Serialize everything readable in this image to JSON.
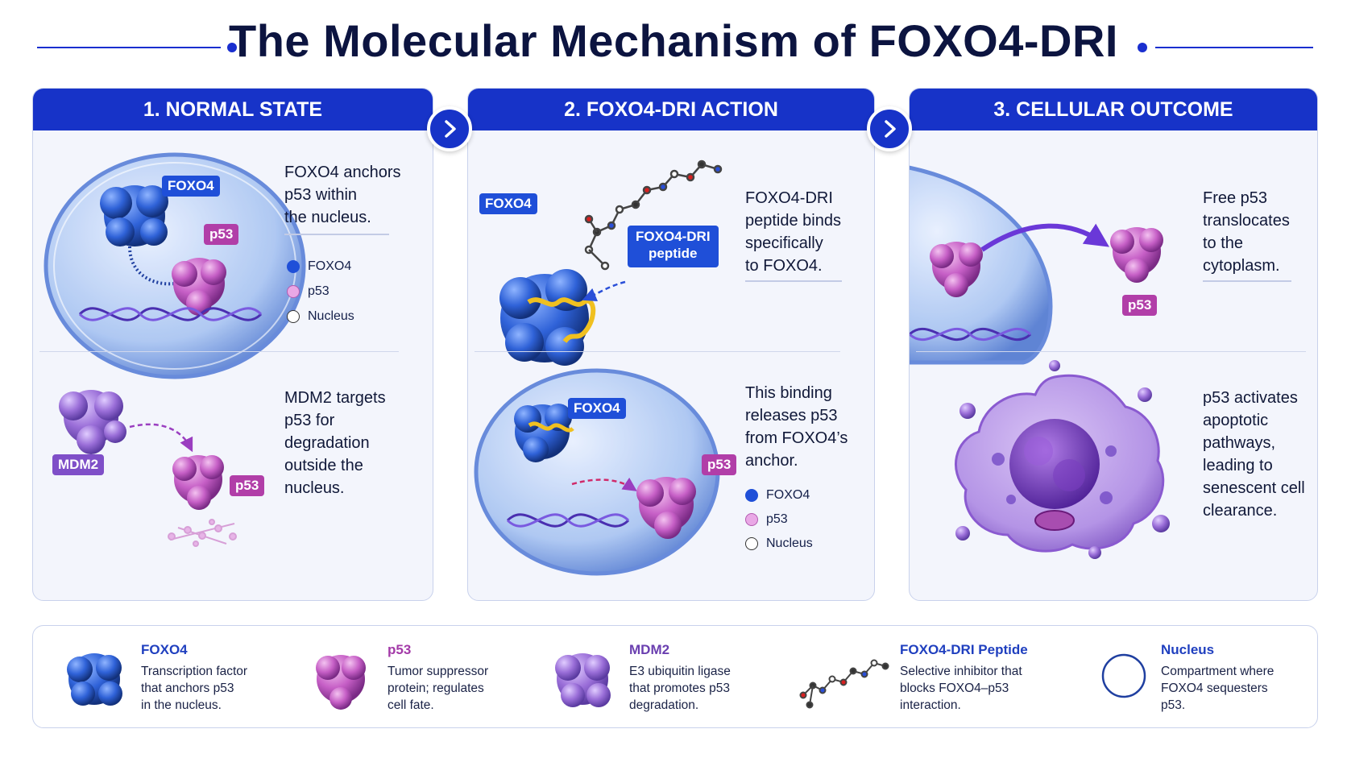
{
  "title": "The Molecular Mechanism of FOXO4-DRI",
  "colors": {
    "primary": "#1733c8",
    "foxo4": "#2f62d8",
    "p53": "#c65fc6",
    "mdm2": "#9a6ed8",
    "peptide": "#f0c020",
    "text": "#101838"
  },
  "panels": [
    {
      "heading": "1. NORMAL STATE",
      "top_text": "FOXO4 anchors p53 within the nucleus.",
      "top_lines": [
        "FOXO4 anchors",
        "p53 within",
        "the nucleus."
      ],
      "tags": {
        "foxo4": "FOXO4",
        "p53": "p53"
      },
      "legend": [
        {
          "icon": "filled-blue-dot",
          "label": "FOXO4"
        },
        {
          "icon": "filled-pink-dot",
          "label": "p53"
        },
        {
          "icon": "open-circle",
          "label": "Nucleus"
        }
      ],
      "bottom_lines": [
        "MDM2 targets",
        "p53 for",
        "degradation",
        "outside the",
        "nucleus."
      ],
      "bottom_tags": {
        "mdm2": "MDM2",
        "p53": "p53"
      }
    },
    {
      "heading": "2. FOXO4-DRI ACTION",
      "top_lines": [
        "FOXO4-DRI",
        "peptide binds",
        "specifically",
        "to FOXO4."
      ],
      "tags": {
        "foxo4": "FOXO4",
        "peptide_line1": "FOXO4-DRI",
        "peptide_line2": "peptide"
      },
      "bottom_lines": [
        "This binding",
        "releases p53",
        "from FOXO4’s",
        "anchor."
      ],
      "bottom_tags": {
        "foxo4": "FOXO4",
        "p53": "p53"
      },
      "legend": [
        {
          "icon": "filled-blue-dot",
          "label": "FOXO4"
        },
        {
          "icon": "filled-pink-dot",
          "label": "p53"
        },
        {
          "icon": "open-circle",
          "label": "Nucleus"
        }
      ]
    },
    {
      "heading": "3. CELLULAR OUTCOME",
      "top_lines": [
        "Free p53",
        "translocates",
        "to the",
        "cytoplasm."
      ],
      "tags": {
        "p53": "p53"
      },
      "bottom_lines": [
        "p53 activates",
        "apoptotic",
        "pathways,",
        "leading to",
        "senescent cell",
        "clearance."
      ]
    }
  ],
  "key": [
    {
      "title": "FOXO4",
      "color": "#1f3fbf",
      "desc": [
        "Transcription factor",
        "that anchors p53",
        "in the nucleus."
      ]
    },
    {
      "title": "p53",
      "color": "#a33aa8",
      "desc": [
        "Tumor suppressor",
        "protein; regulates",
        "cell fate."
      ]
    },
    {
      "title": "MDM2",
      "color": "#6a3fb0",
      "desc": [
        "E3 ubiquitin ligase",
        "that promotes p53",
        "degradation."
      ]
    },
    {
      "title": "FOXO4-DRI Peptide",
      "color": "#1f3fbf",
      "desc": [
        "Selective inhibitor that",
        "blocks FOXO4–p53",
        "interaction."
      ]
    },
    {
      "title": "Nucleus",
      "color": "#1f3fbf",
      "desc": [
        "Compartment where",
        "FOXO4 sequesters",
        "p53."
      ]
    }
  ]
}
